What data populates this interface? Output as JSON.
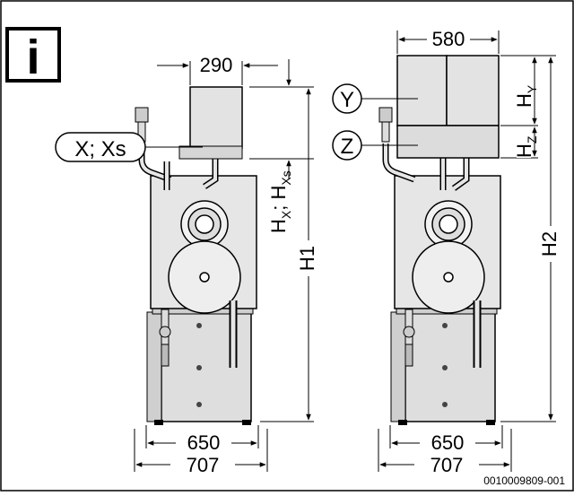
{
  "info_icon": {
    "glyph": "i",
    "name": "info-icon"
  },
  "left_unit": {
    "top_width": "290",
    "label": "X; Xs",
    "height_label_main": "H",
    "height_label_sub1": "X",
    "height_label_sep": "; H",
    "height_label_sub2": "Xs",
    "total_height": "H1",
    "base_inner_width": "650",
    "base_outer_width": "707"
  },
  "right_unit": {
    "top_width": "580",
    "label_upper": "Y",
    "label_lower": "Z",
    "height_y_main": "H",
    "height_y_sub": "Y",
    "height_z_main": "H",
    "height_z_sub": "Z",
    "total_height": "H2",
    "base_inner_width": "650",
    "base_outer_width": "707"
  },
  "reference_code": "0010009809-001",
  "colors": {
    "line": "#000000",
    "unit_fill": "#e3e3e3",
    "unit_dark": "#c8c8c8",
    "background": "#ffffff"
  }
}
